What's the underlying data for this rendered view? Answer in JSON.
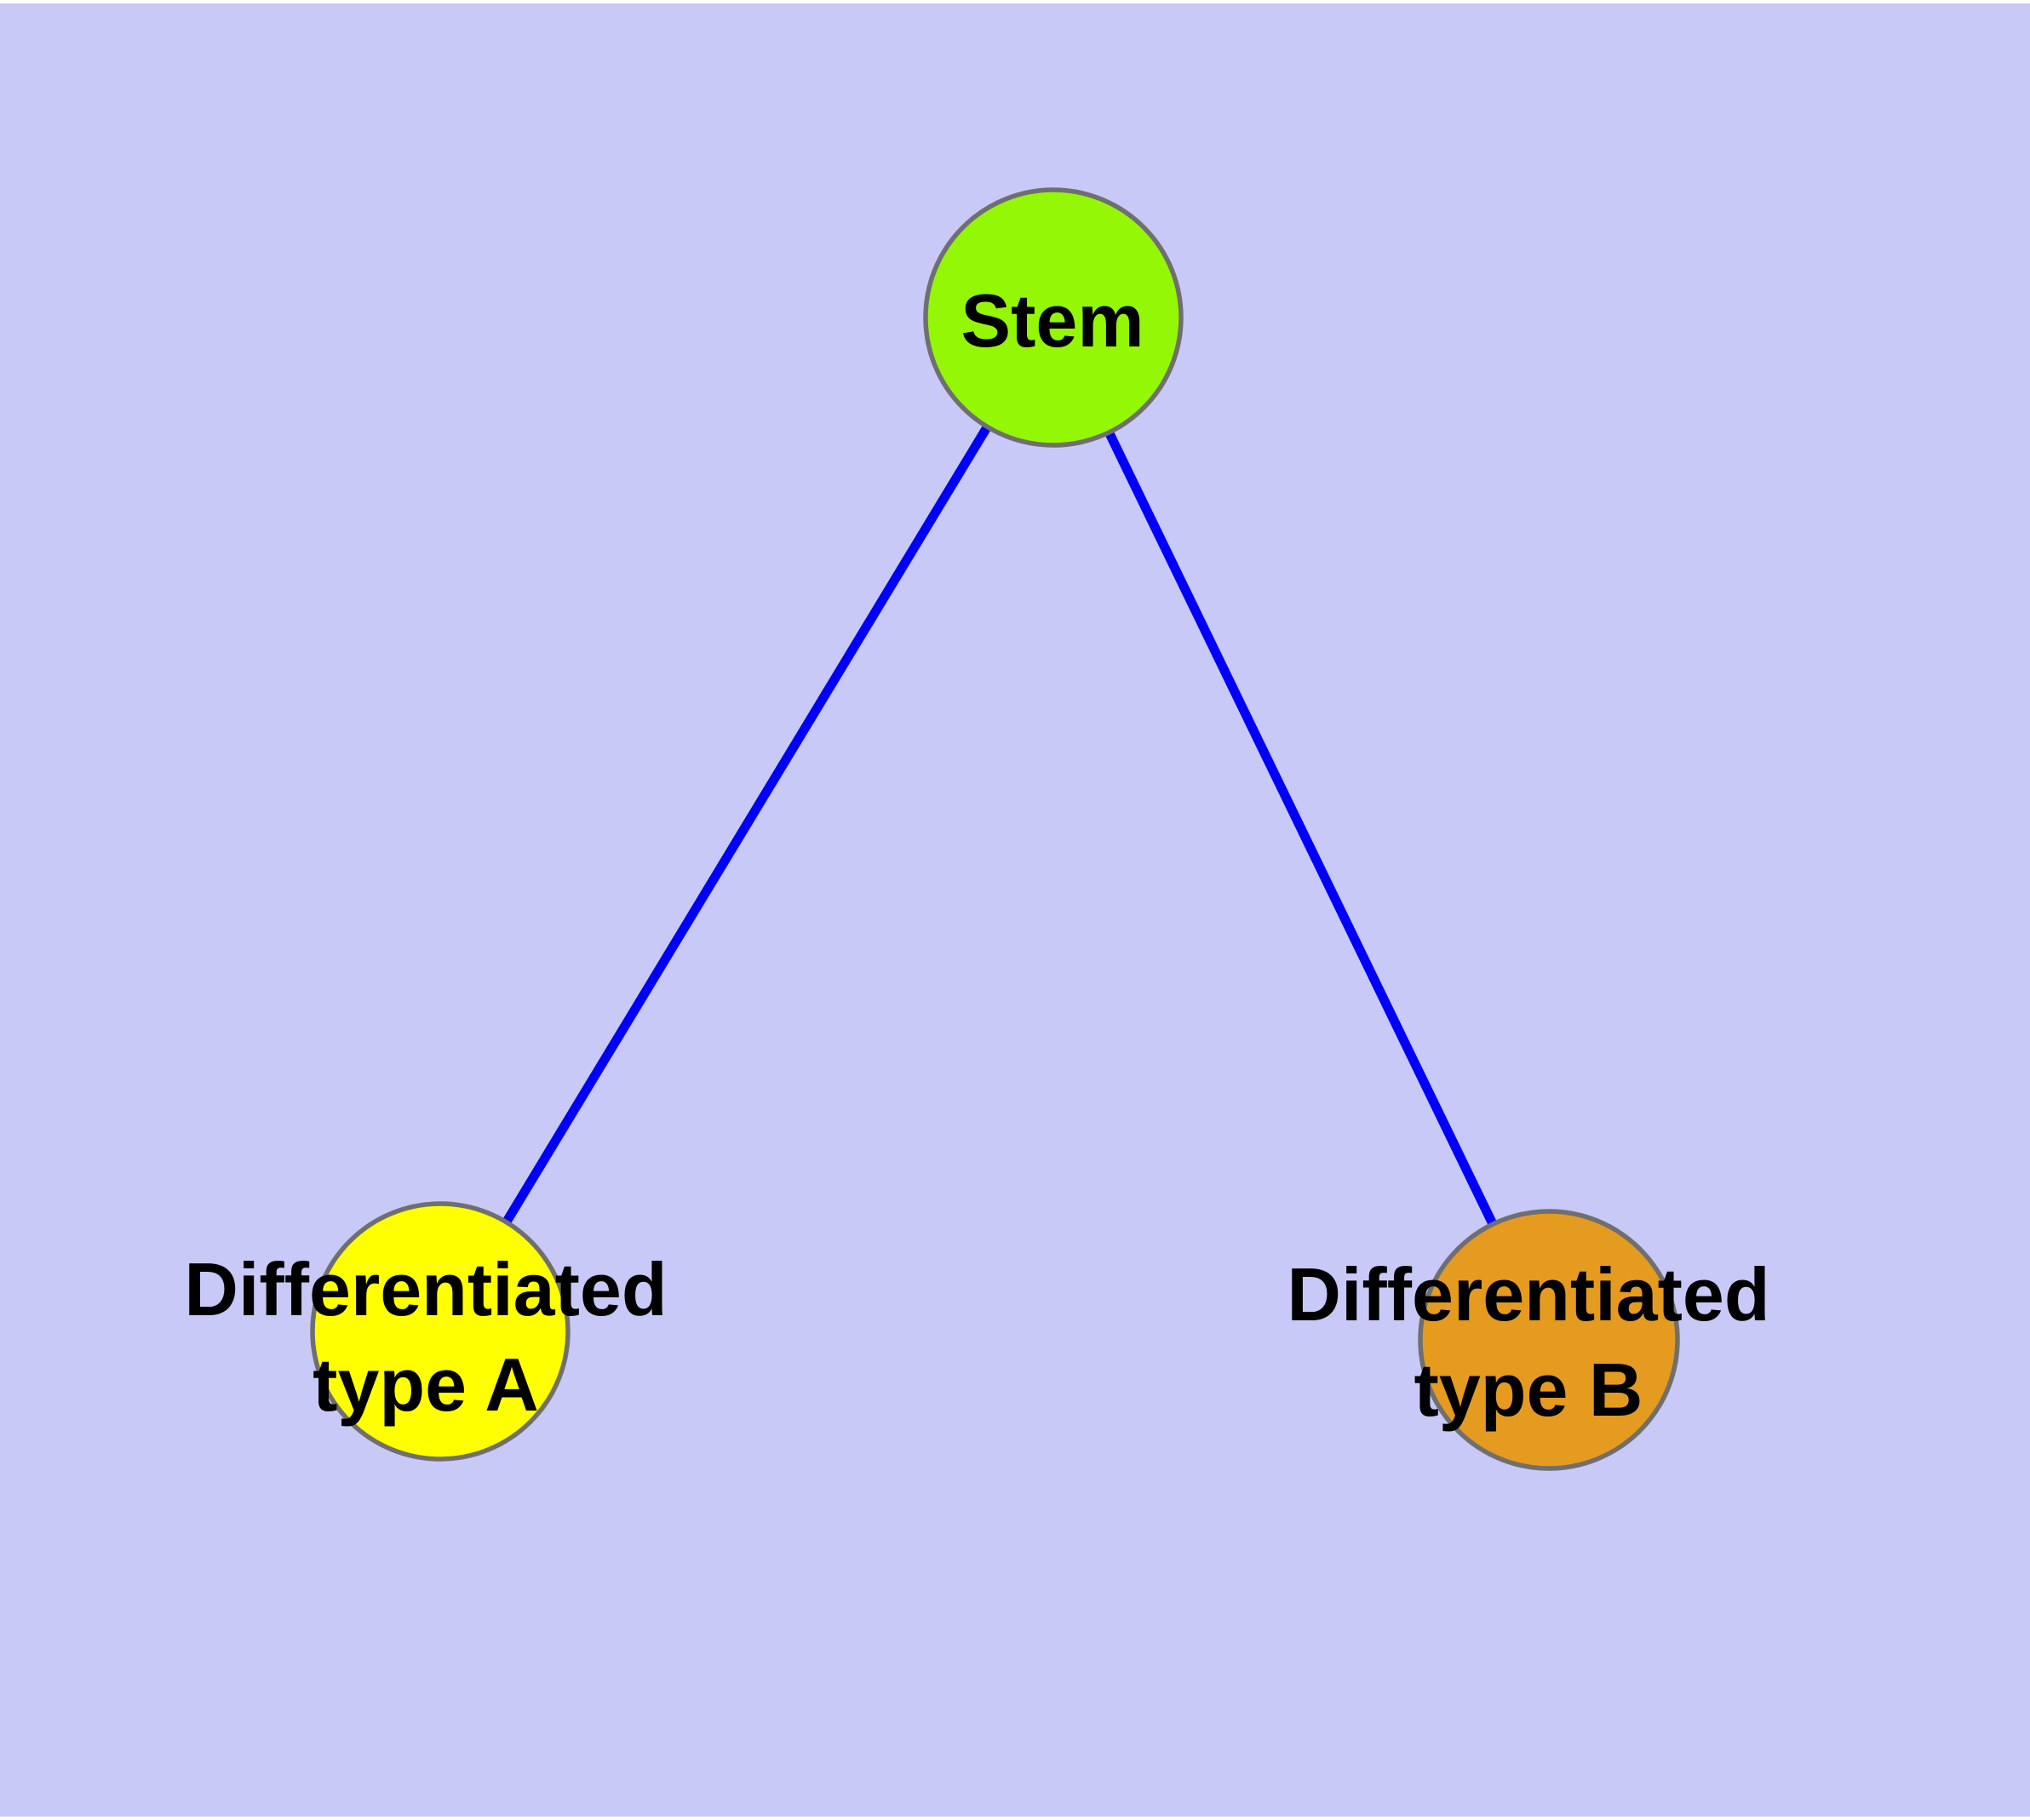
{
  "diagram": {
    "type": "graph",
    "background_color": "#C9C9F8",
    "page_margin_color": "#FFFFFF",
    "edge_color": "#0000FA",
    "node_border_color": "#6F6F6F",
    "label_color": "#000000",
    "nodes": {
      "stem": {
        "id": "stem",
        "label": "Stem",
        "fill": "#94F705"
      },
      "type_a": {
        "id": "type_a",
        "label": "Differentiated type A",
        "label_line1": "Differentiated",
        "label_line2": "type A",
        "fill": "#FFFF00"
      },
      "type_b": {
        "id": "type_b",
        "label": "Differentiated type B",
        "label_line1": "Differentiated",
        "label_line2": "type B",
        "fill": "#E59A20"
      }
    },
    "edges": [
      {
        "from": "Stem",
        "to": "Differentiated type A"
      },
      {
        "from": "Stem",
        "to": "Differentiated type B"
      }
    ]
  }
}
